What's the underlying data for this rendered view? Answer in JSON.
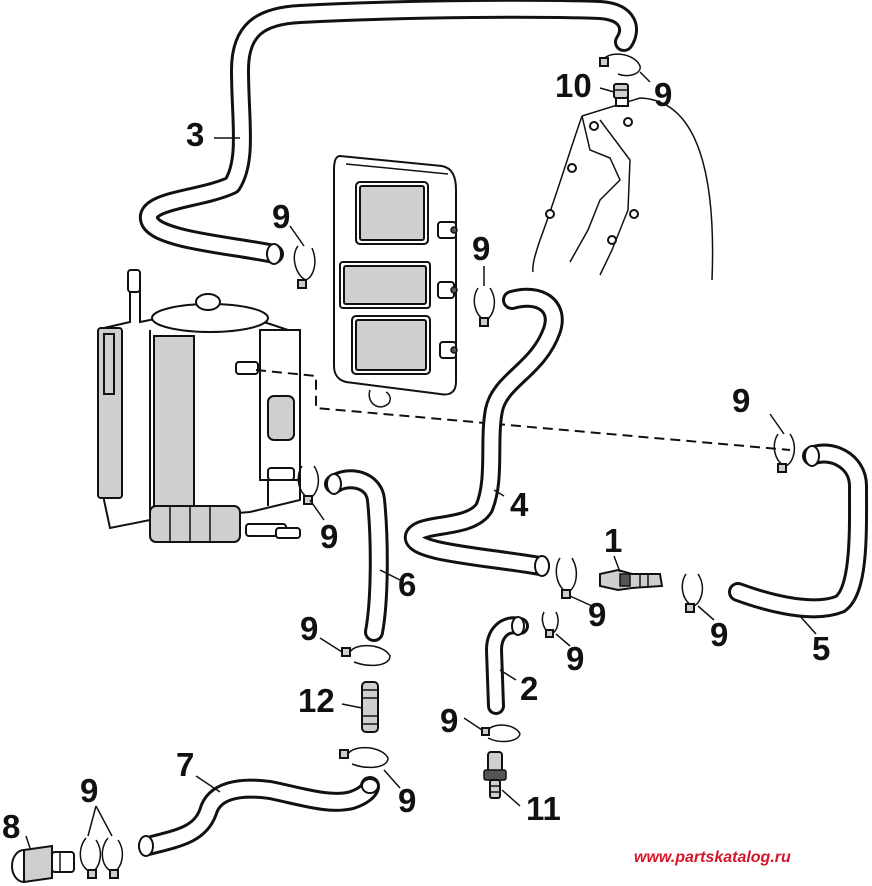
{
  "callouts": {
    "c1": "1",
    "c2": "2",
    "c3": "3",
    "c4": "4",
    "c5": "5",
    "c6": "6",
    "c7": "7",
    "c8": "8",
    "c9": "9",
    "c10": "10",
    "c11": "11",
    "c12": "12"
  },
  "watermark": "www.partskatalog.ru"
}
